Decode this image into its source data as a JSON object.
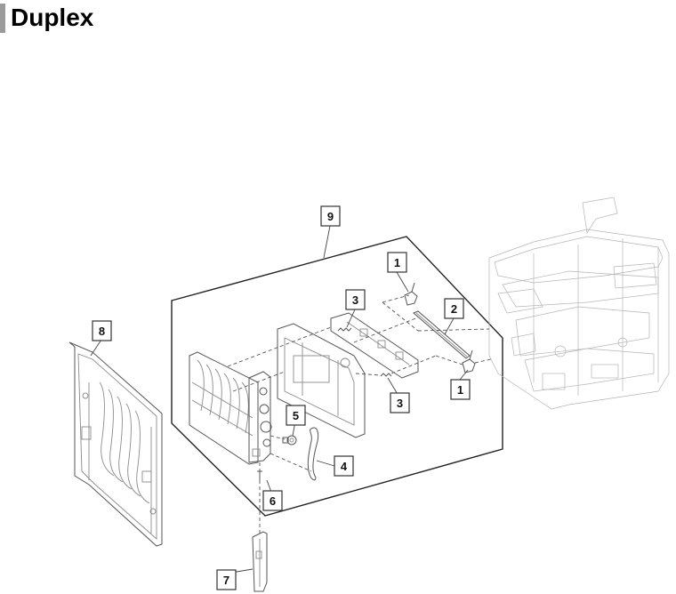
{
  "title": "Duplex",
  "callouts": {
    "c1a": "1",
    "c1b": "1",
    "c2": "2",
    "c3a": "3",
    "c3b": "3",
    "c4": "4",
    "c5": "5",
    "c6": "6",
    "c7": "7",
    "c8": "8",
    "c9": "9"
  }
}
